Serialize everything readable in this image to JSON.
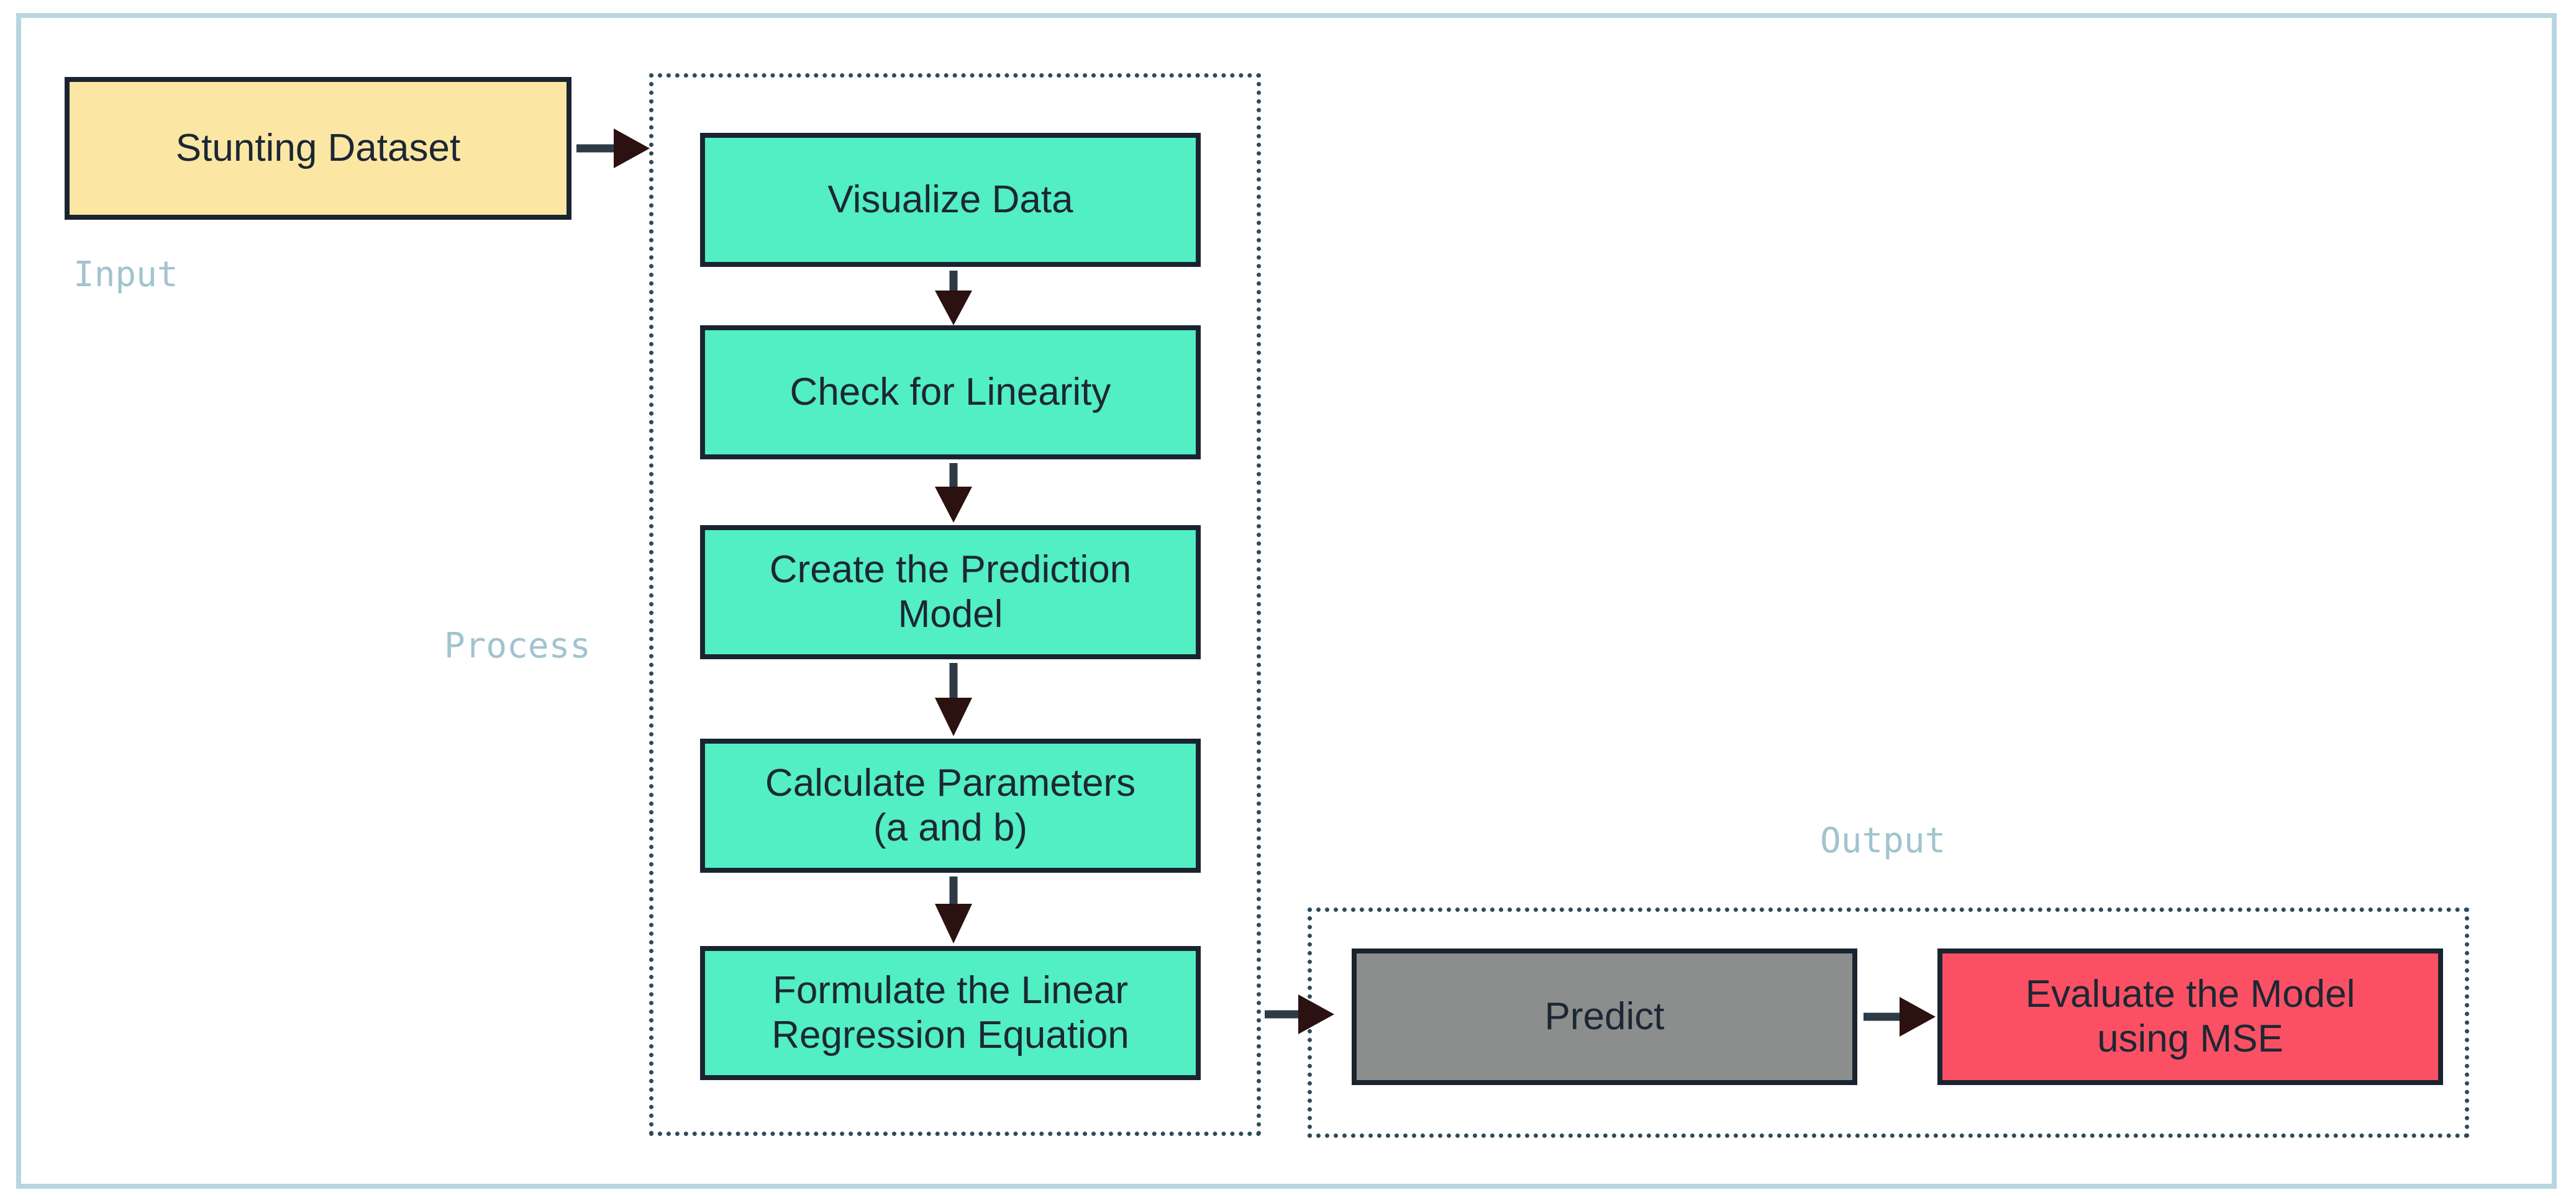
{
  "colors": {
    "frame_border": "#b8d6e0",
    "input_node_fill": "#fbe7a3",
    "process_node_fill": "#52eec4",
    "predict_node_fill": "#8b8e8d",
    "evaluate_node_fill": "#fb5063",
    "node_border": "#1a2430",
    "node_text": "#1c2734",
    "group_dotted_border": "#2d4b5a",
    "section_label_text": "#a2c3cf",
    "arrow": "#2b1110"
  },
  "sections": {
    "input": {
      "label": "Input"
    },
    "process": {
      "label": "Process"
    },
    "output": {
      "label": "Output"
    }
  },
  "nodes": {
    "stunting_dataset": {
      "label": "Stunting Dataset"
    },
    "process_steps": [
      {
        "label": "Visualize Data"
      },
      {
        "label": "Check for Linearity"
      },
      {
        "label": "Create the Prediction\nModel"
      },
      {
        "label": "Calculate Parameters\n(a and b)"
      },
      {
        "label": "Formulate the Linear\nRegression Equation"
      }
    ],
    "predict": {
      "label": "Predict"
    },
    "evaluate": {
      "label": "Evaluate the Model\nusing MSE"
    }
  },
  "connections": [
    {
      "from": "Stunting Dataset",
      "to": "Visualize Data"
    },
    {
      "from": "Visualize Data",
      "to": "Check for Linearity"
    },
    {
      "from": "Check for Linearity",
      "to": "Create the Prediction Model"
    },
    {
      "from": "Create the Prediction Model",
      "to": "Calculate Parameters (a and b)"
    },
    {
      "from": "Calculate Parameters (a and b)",
      "to": "Formulate the Linear Regression Equation"
    },
    {
      "from": "Formulate the Linear Regression Equation",
      "to": "Predict"
    },
    {
      "from": "Predict",
      "to": "Evaluate the Model using MSE"
    }
  ]
}
